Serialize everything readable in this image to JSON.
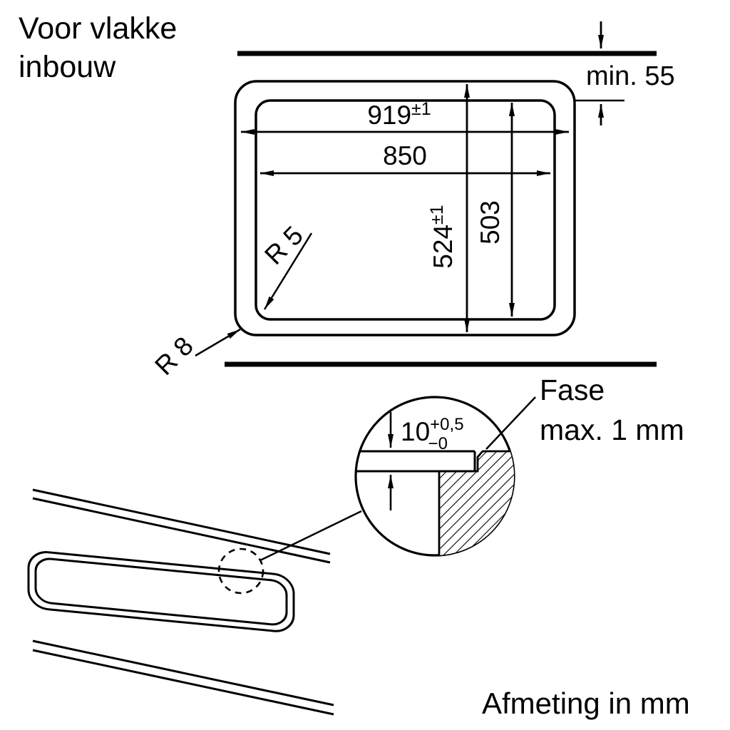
{
  "title": {
    "line1": "Voor vlakke",
    "line2": "inbouw"
  },
  "footer": {
    "units_note": "Afmeting in mm"
  },
  "dimensions": {
    "rear_clearance": "min. 55",
    "appliance_width": "919",
    "appliance_width_tolerance": "±1",
    "cutout_width": "850",
    "appliance_depth": "524",
    "appliance_depth_tolerance": "±1",
    "cutout_depth": "503",
    "inner_corner_radius": "R 5",
    "outer_corner_radius": "R 8",
    "rebate_depth": "10",
    "rebate_depth_tolerance_plus": "+0,5",
    "rebate_depth_tolerance_minus": "−0",
    "chamfer_label_line1": "Fase",
    "chamfer_label_line2": "max. 1 mm"
  },
  "colors": {
    "line": "#000000",
    "background": "#ffffff"
  }
}
